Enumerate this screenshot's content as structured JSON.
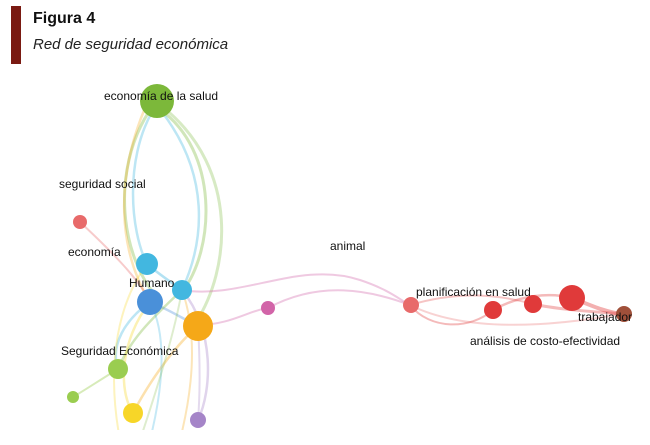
{
  "figure": {
    "title": "Figura 4",
    "subtitle": "Red de seguridad económica"
  },
  "network": {
    "labels": {
      "economia_salud": "economía de la salud",
      "seguridad_social": "seguridad social",
      "economia": "economía",
      "humano": "Humano",
      "seguridad_economica": "Seguridad Económica",
      "animal": "animal",
      "planificacion_salud": "planificación en salud",
      "trabajador": "trabajador",
      "costo_efectividad": "análisis de costo-efectividad"
    },
    "colors": {
      "green": "#7cb83a",
      "light_green": "#9acd50",
      "cyan": "#42b7e0",
      "blue": "#4a90d9",
      "orange": "#f5a818",
      "yellow": "#f7d628",
      "purple": "#a585c8",
      "pink": "#d264a8",
      "red": "#e03a3a",
      "salmon": "#e86a6a",
      "brown": "#a0503a"
    }
  }
}
